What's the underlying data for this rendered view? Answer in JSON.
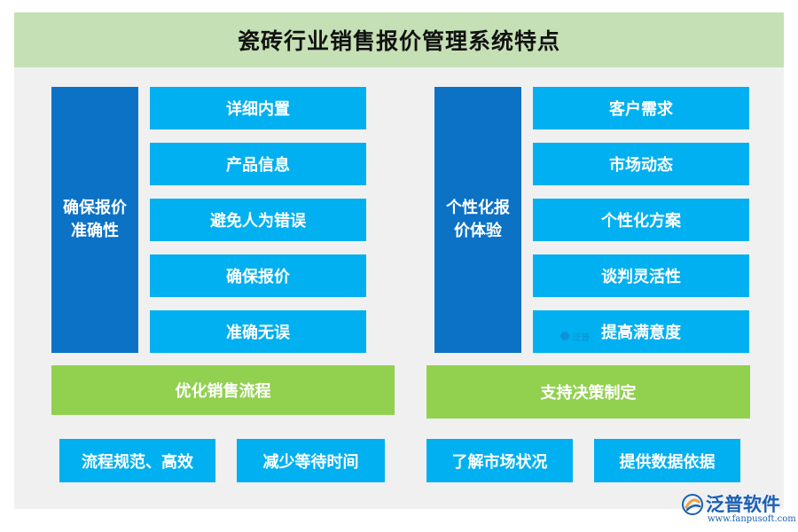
{
  "title": "瓷砖行业销售报价管理系统特点",
  "left": {
    "category": "确保报价准确性",
    "items": [
      "详细内置",
      "产品信息",
      "避免人为错误",
      "确保报价",
      "准确无误"
    ],
    "bar": "优化销售流程",
    "subs": [
      "流程规范、高效",
      "减少等待时间"
    ]
  },
  "right": {
    "category": "个性化报价体验",
    "items": [
      "客户需求",
      "市场动态",
      "个性化方案",
      "谈判灵活性",
      "提高满意度"
    ],
    "bar": "支持决策制定",
    "subs": [
      "了解市场状况",
      "提供数据依据"
    ]
  },
  "watermark": "泛普",
  "logo": {
    "name": "泛普软件",
    "url": "www.fanpusoft.com"
  },
  "colors": {
    "header": "#c5e0b4",
    "dark_blue": "#0b72c6",
    "light_blue": "#00b0f0",
    "green": "#92d050",
    "panel": "#f0f0f0"
  }
}
